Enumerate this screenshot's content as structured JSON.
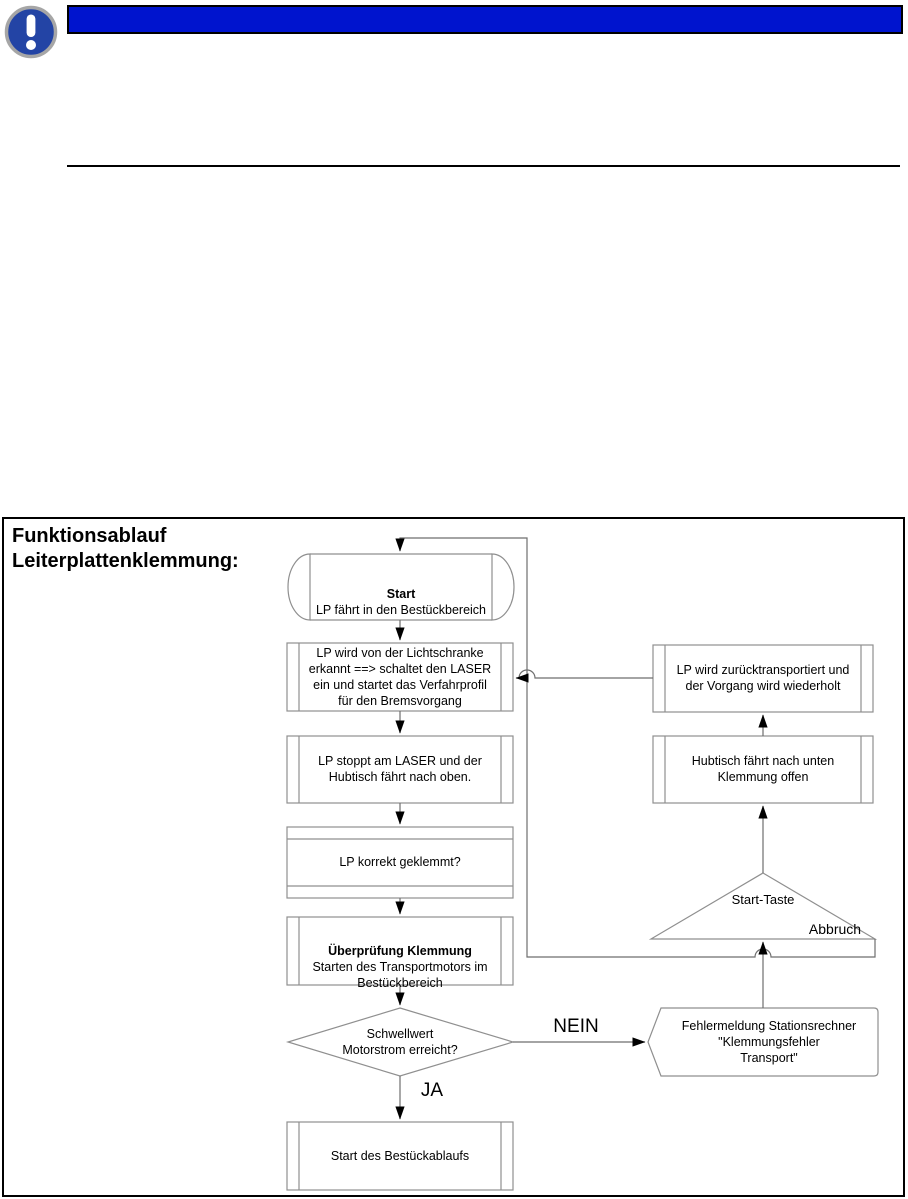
{
  "header": {
    "icon": "attention-exclamation-icon",
    "bar_color": "#0014CE",
    "icon_blue": "#2344A5"
  },
  "flowchart": {
    "title": "Funktionsablauf\nLeiterplattenklemmung:",
    "nodes": {
      "start": {
        "title": "Start",
        "body": "LP fährt in den Bestückbereich"
      },
      "lichtschranke": {
        "body": "LP wird von der Lichtschranke\nerkannt ==> schaltet den LASER\nein und startet das Verfahrprofil\nfür den Bremsvorgang"
      },
      "lp_stoppt": {
        "body": "LP stoppt am LASER und der\nHubtisch fährt nach oben."
      },
      "geklemmt": {
        "body": "LP korrekt geklemmt?"
      },
      "ueberpruefung": {
        "title": "Überprüfung Klemmung",
        "body": "Starten des Transportmotors im\nBestückbereich"
      },
      "schwellwert": {
        "body": "Schwellwert\nMotorstrom erreicht?"
      },
      "bestueckablauf": {
        "body": "Start des Bestückablaufs"
      },
      "zurueck": {
        "body": "LP wird zurücktransportiert und\nder Vorgang wird wiederholt"
      },
      "hubtisch": {
        "body": "Hubtisch fährt nach unten\nKlemmung offen"
      },
      "fehlermeldung": {
        "body": "Fehlermeldung Stationsrechner\n\"Klemmungsfehler\nTransport\""
      },
      "start_taste": {
        "body": "Start-Taste"
      }
    },
    "edge_labels": {
      "ja": "JA",
      "nein": "NEIN",
      "abbruch": "Abbruch"
    },
    "style": {
      "shape_stroke": "#8F8F8F",
      "connector_stroke": "#6E6E6E",
      "arrowhead": "#000000"
    }
  }
}
